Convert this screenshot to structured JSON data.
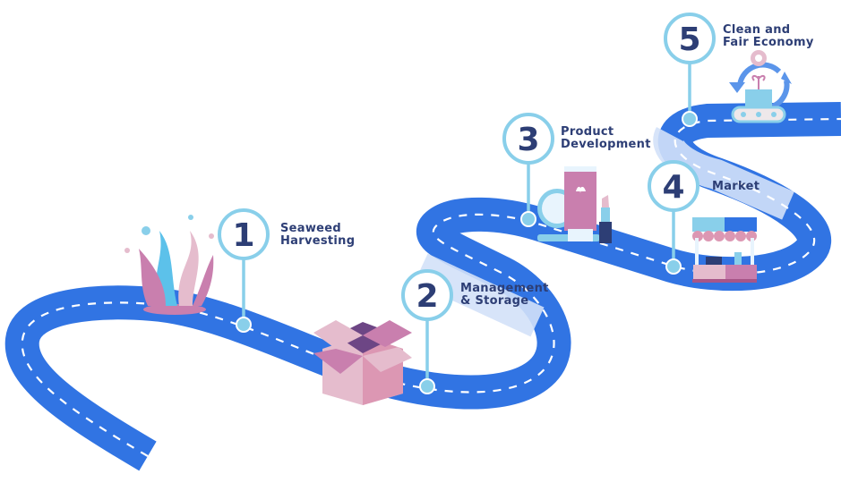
{
  "colors": {
    "road": "#3174e3",
    "road_faded": "#d3e1f8",
    "pin": "#89cfea",
    "text": "#2d3e75",
    "pink": "#c97fae",
    "light_pink": "#e5bccd"
  },
  "steps": [
    {
      "number": "1",
      "label_line1": "Seaweed",
      "label_line2": "Harvesting",
      "icon": "seaweed-icon"
    },
    {
      "number": "2",
      "label_line1": "Management",
      "label_line2": "& Storage",
      "icon": "box-icon"
    },
    {
      "number": "3",
      "label_line1": "Product",
      "label_line2": "Development",
      "icon": "cosmetics-icon"
    },
    {
      "number": "4",
      "label_line1": "Market",
      "label_line2": "",
      "icon": "market-stall-icon"
    },
    {
      "number": "5",
      "label_line1": "Clean and",
      "label_line2": "Fair Economy",
      "icon": "recycle-conveyor-icon"
    }
  ]
}
